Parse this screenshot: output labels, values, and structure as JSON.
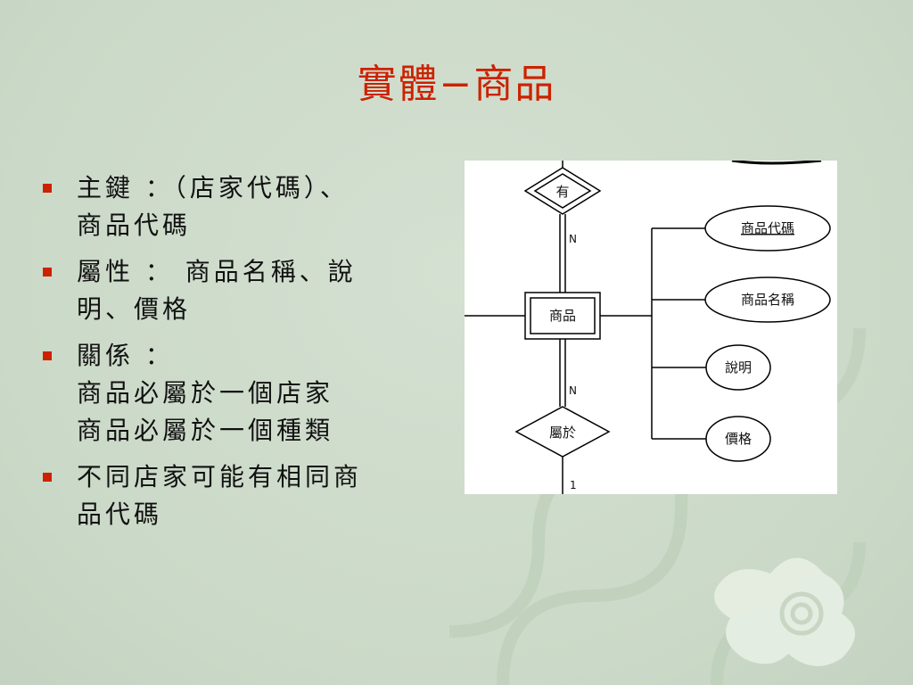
{
  "slide": {
    "title": "實體−商品",
    "bullets": [
      {
        "lines": [
          "主鍵 ：（店家代碼）、",
          "商品代碼"
        ]
      },
      {
        "lines": [
          "屬性 ： 商品名稱、說",
          "明、價格"
        ]
      },
      {
        "lines": [
          "關係 ：",
          "商品必屬於一個店家",
          "商品必屬於一個種類"
        ]
      },
      {
        "lines": [
          "不同店家可能有相同商",
          "品代碼"
        ]
      }
    ],
    "colors": {
      "title": "#cc2200",
      "bullet": "#cc2200",
      "background": "#cfdccc"
    }
  },
  "diagram": {
    "entity": "商品",
    "relationships": {
      "top": "有",
      "bottom": "屬於"
    },
    "cardinality": {
      "top": "N",
      "bottom": "N",
      "bottom_end": "1"
    },
    "attributes": [
      "商品代碼",
      "商品名稱",
      "說明",
      "價格"
    ]
  }
}
